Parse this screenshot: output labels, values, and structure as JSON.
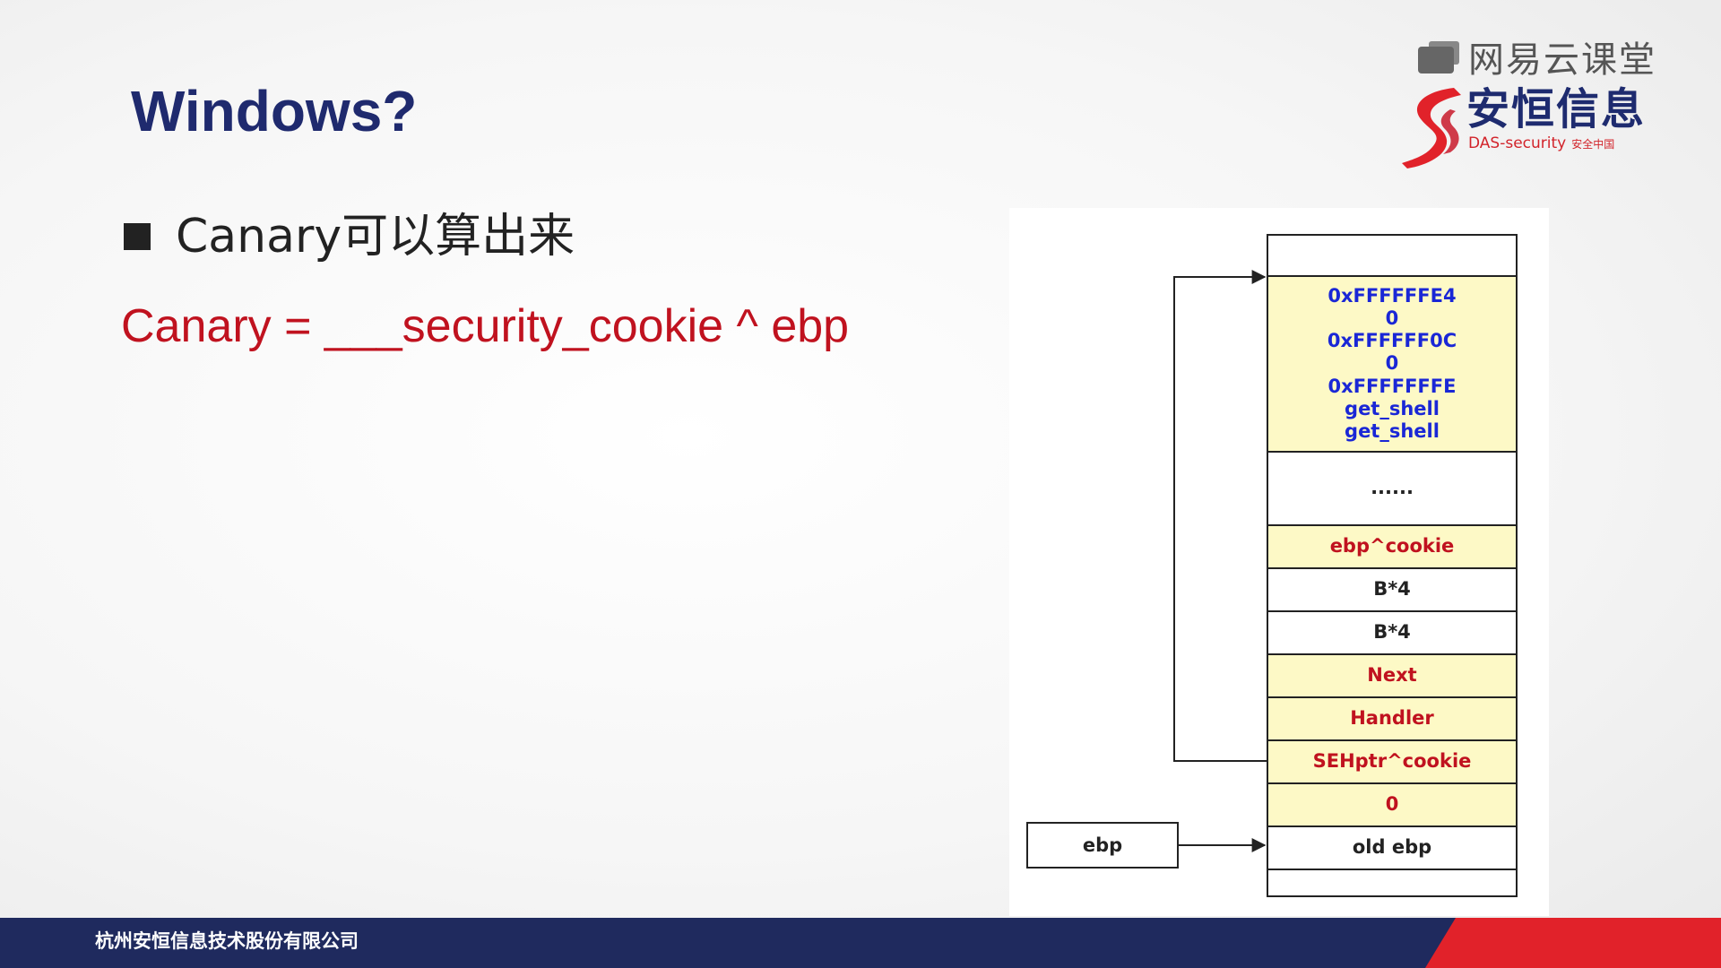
{
  "slide": {
    "title": "Windows?",
    "bullet": "Canary可以算出来",
    "formula": "Canary = ___security_cookie ^ ebp"
  },
  "logo": {
    "platform": "网易云课堂",
    "brand": "安恒信息",
    "sub": "DAS-security",
    "sub_cn": "安全中国"
  },
  "diagram": {
    "ebp_label": "ebp",
    "scope_block": [
      "0xFFFFFFE4",
      "0",
      "0xFFFFFF0C",
      "0",
      "0xFFFFFFFE",
      "get_shell",
      "get_shell"
    ],
    "cells": {
      "top": "",
      "ellipsis": "......",
      "ebp_cookie": "ebp^cookie",
      "b4_1": "B*4",
      "b4_2": "B*4",
      "next": "Next",
      "handler": "Handler",
      "sehptr_cookie": "SEHptr^cookie",
      "zero": "0",
      "old_ebp": "old ebp",
      "bottom": ""
    }
  },
  "footer": {
    "company": "杭州安恒信息技术股份有限公司"
  },
  "colors": {
    "title": "#1f2a6e",
    "formula": "#c0121f",
    "highlight_cell": "#fdf9c6",
    "footer_blue": "#1f2a5e",
    "footer_red": "#e1222a"
  }
}
